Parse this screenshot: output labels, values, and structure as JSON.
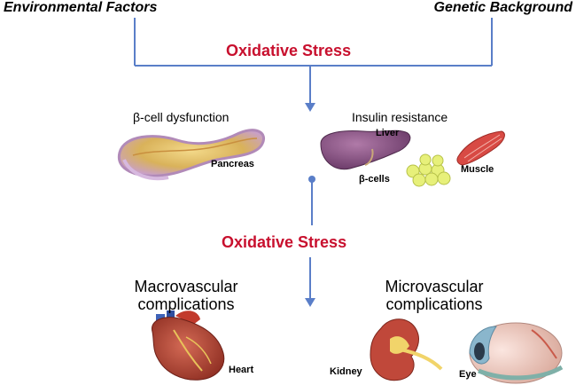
{
  "top": {
    "left_label": "Environmental Factors",
    "right_label": "Genetic Background"
  },
  "stress_top": "Oxidative Stress",
  "stress_mid": "Oxidative Stress",
  "beta_cell": "β-cell dysfunction",
  "insulin_resistance": "Insulin resistance",
  "organs": {
    "pancreas": "Pancreas",
    "liver": "Liver",
    "beta_cells": "β-cells",
    "muscle": "Muscle",
    "heart": "Heart",
    "kidney": "Kidney",
    "eye": "Eye"
  },
  "macro": {
    "line1": "Macrovascular",
    "line2": "complications"
  },
  "micro": {
    "line1": "Microvascular",
    "line2": "complications"
  },
  "colors": {
    "stress": "#c8102e",
    "connector": "#5a7ec8"
  }
}
